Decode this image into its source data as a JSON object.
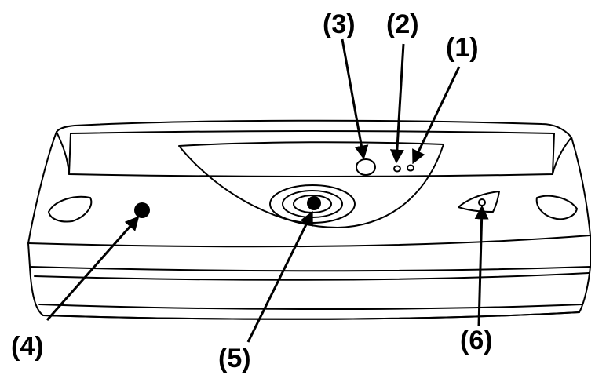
{
  "callouts": {
    "c1": "(1)",
    "c2": "(2)",
    "c3": "(3)",
    "c4": "(4)",
    "c5": "(5)",
    "c6": "(6)"
  },
  "colors": {
    "stroke": "#000000",
    "background": "#ffffff"
  }
}
